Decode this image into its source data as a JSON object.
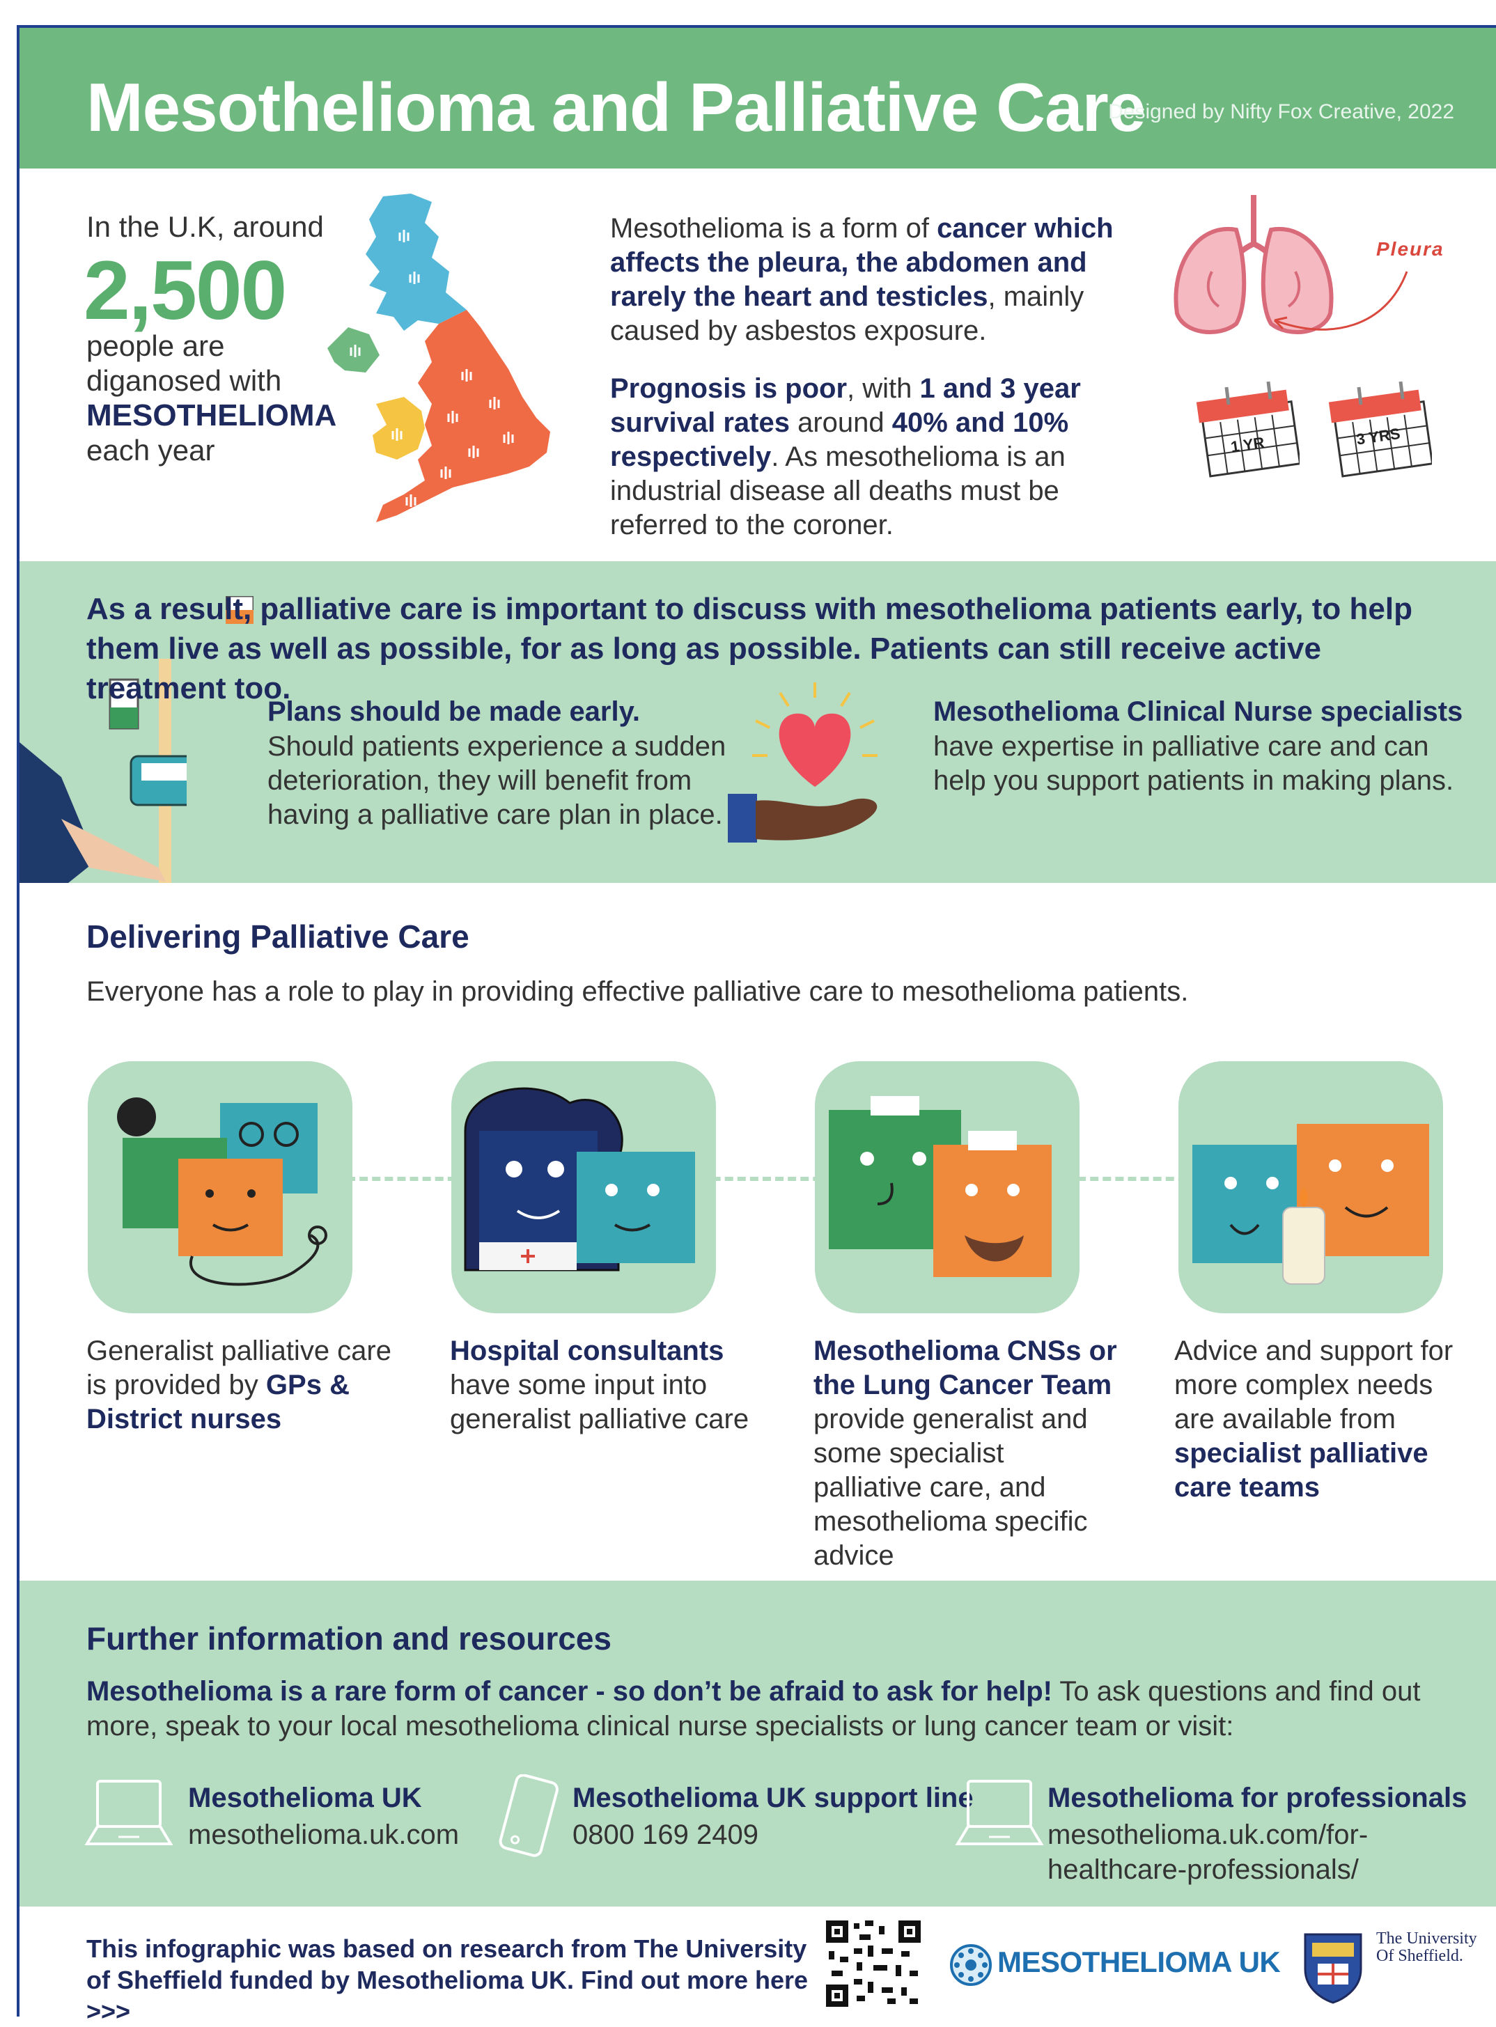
{
  "header": {
    "title": "Mesothelioma and Palliative Care",
    "credit": "Designed by Nifty Fox Creative, 2022"
  },
  "intro": {
    "stat_prefix": "In the U.K, around",
    "stat_number": "2,500",
    "stat_line1": "people are",
    "stat_line2": "diganosed with",
    "stat_disease": "MESOTHELIOMA",
    "stat_suffix": "each year",
    "p1_a": "Mesothelioma is a form of ",
    "p1_bold": "cancer which affects the pleura, the abdomen and rarely the heart and testicles",
    "p1_b": ", mainly caused by asbestos exposure.",
    "p2_bold1": "Prognosis is poor",
    "p2_a": ", with ",
    "p2_bold2": "1 and 3 year survival rates",
    "p2_b": " around ",
    "p2_bold3": "40% and 10% respectively",
    "p2_c": ". As mesothelioma is an industrial disease all deaths must be referred to the coroner.",
    "pleura_label": "Pleura",
    "cal1_label": "1 YR",
    "cal2_label": "3 YRS"
  },
  "band": {
    "headline": "As a result, palliative care is important to discuss with mesothelioma patients early, to help them live as well as possible, for as long as possible. Patients can still receive active treatment too.",
    "card1_title": "Plans should be made early.",
    "card1_text": "Should patients experience a sudden deterioration, they will benefit from having a palliative care plan in place.",
    "card2_title": "Mesothelioma Clinical Nurse specialists",
    "card2_text": "have expertise in palliative care and can help you support patients in making plans."
  },
  "delivering": {
    "title": "Delivering Palliative Care",
    "subtitle": "Everyone has a role to play in providing effective palliative care to mesothelioma patients.",
    "role1_a": "Generalist palliative care is provided by ",
    "role1_bold": "GPs & District nurses",
    "role2_bold": "Hospital consultants",
    "role2_a": " have some input into generalist palliative care",
    "role3_bold": "Mesothelioma CNSs or the Lung Cancer Team",
    "role3_a": " provide generalist and some specialist palliative care, and mesothelioma specific advice",
    "role4_a": "Advice and support for more complex needs are available from ",
    "role4_bold": "specialist palliative care teams"
  },
  "further": {
    "title": "Further information and resources",
    "p_bold": "Mesothelioma is a rare form of cancer - so don’t be afraid to ask for help!",
    "p_text": " To ask questions and find out more, speak to your local mesothelioma clinical nurse specialists or lung cancer team or visit:",
    "res1_title": "Mesothelioma UK",
    "res1_value": "mesothelioma.uk.com",
    "res2_title": "Mesothelioma UK support line",
    "res2_value": "0800 169 2409",
    "res3_title": "Mesothelioma for professionals",
    "res3_value": "mesothelioma.uk.com/for-healthcare-professionals/"
  },
  "footer": {
    "text": "This infographic was based on research from The University of Sheffield funded by Mesothelioma UK. Find out more here >>>",
    "meso_logo": "MESOTHELIOMA UK",
    "uni_name": "The University Of Sheffield."
  },
  "icons": {
    "qr": "qr-code-icon",
    "laptop": "laptop-icon",
    "phone": "mobile-phone-icon",
    "meso_logo_mark": "mesothelioma-uk-logo",
    "crest": "university-crest-icon"
  },
  "colors": {
    "header_green": "#6fb981",
    "band_green": "#b6dcc2",
    "navy": "#1e2a5e",
    "stat_green": "#5aae6e",
    "meso_blue": "#1d6fb0"
  }
}
